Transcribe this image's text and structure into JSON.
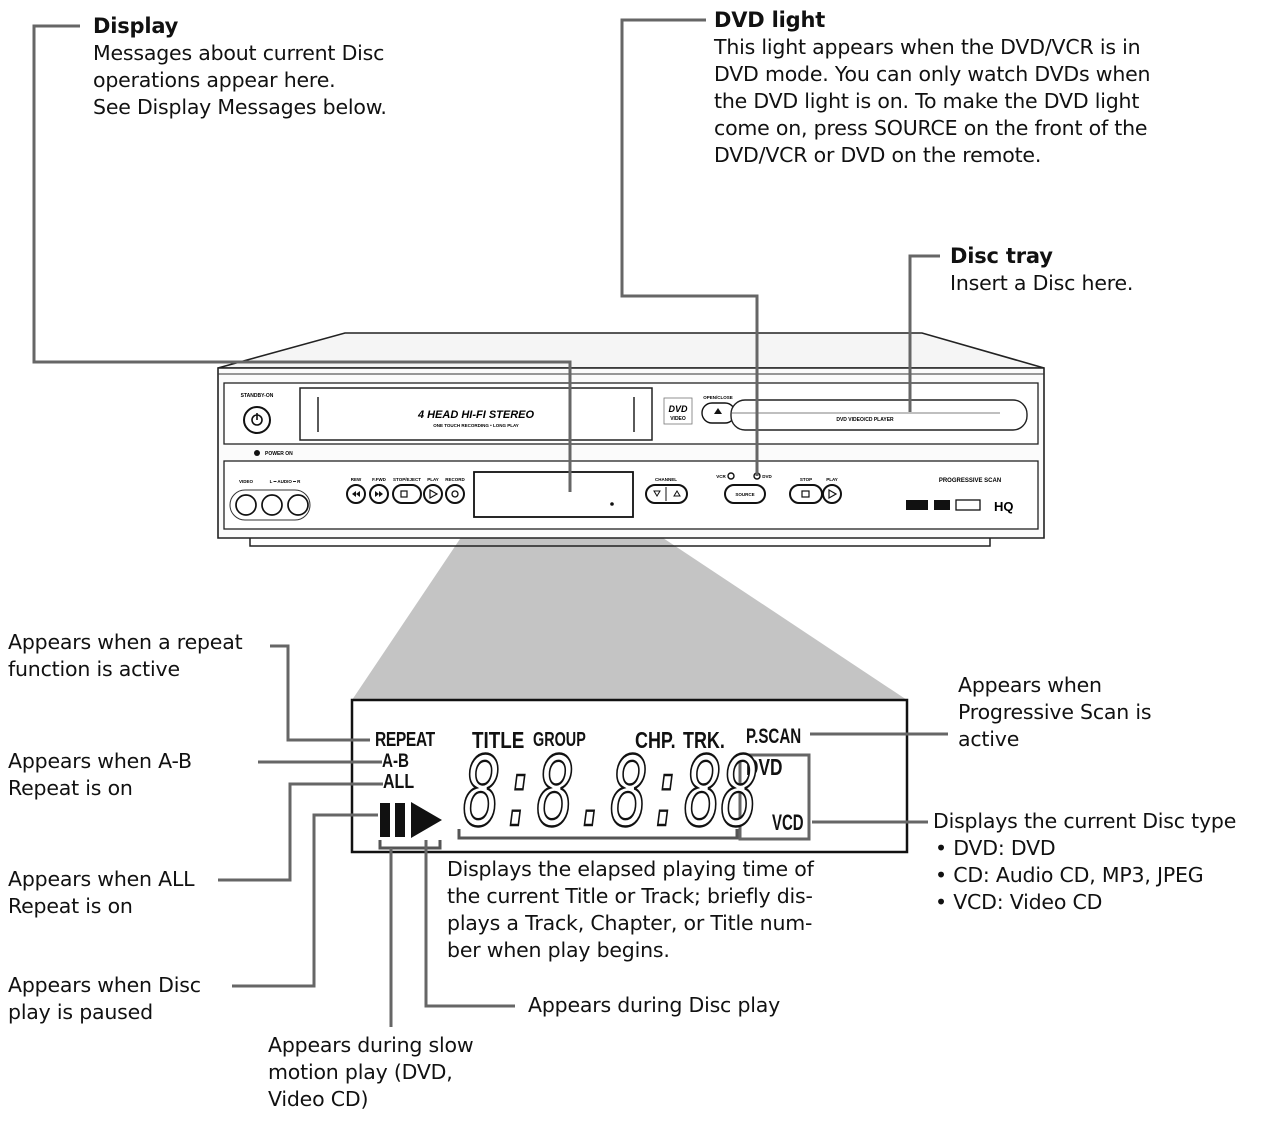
{
  "callouts_top": {
    "display": {
      "title": "Display",
      "lines": [
        "Messages about current Disc",
        "operations appear here.",
        "See Display Messages below."
      ]
    },
    "dvd_light": {
      "title": "DVD light",
      "lines": [
        "This light appears when the DVD/VCR is in",
        "DVD mode. You can only watch DVDs when",
        "the DVD light is on. To make the DVD light",
        "come on, press SOURCE on the front of the",
        "DVD/VCR or DVD on the remote."
      ]
    },
    "disc_tray": {
      "title": "Disc tray",
      "lines": [
        "Insert a Disc here."
      ]
    }
  },
  "device": {
    "standby_label": "STANDBY-ON",
    "power_on_label": "POWER ON",
    "deck_line1": "4 HEAD HI-FI STEREO",
    "deck_line2": "ONE TOUCH RECORDING • LONG PLAY",
    "dvd_logo": "DVD",
    "dvd_logo_sub": "VIDEO",
    "open_close_label": "OPEN/CLOSE",
    "tray_label": "DVD VIDEO/CD PLAYER",
    "video_label": "VIDEO",
    "audio_label": "L ━ AUDIO ━ R",
    "btn_rew": "REW",
    "btn_ffwd": "F.FWD",
    "btn_stop_eject": "STOP/EJECT",
    "btn_play": "PLAY",
    "btn_record": "RECORD",
    "channel_label": "CHANNEL",
    "vcr_label": "VCR",
    "dvd_label": "DVD",
    "source_label": "SOURCE",
    "stop_label": "STOP",
    "play2_label": "PLAY",
    "progressive_label": "PROGRESSIVE SCAN",
    "hq_label": "HQ"
  },
  "lcd": {
    "repeat": "REPEAT",
    "title": "TITLE",
    "group": "GROUP",
    "chp": "CHP.",
    "trk": "TRK.",
    "pscan": "P.SCAN",
    "ab": "A-B",
    "all": "ALL",
    "dvd": "DVD",
    "vcd": "VCD",
    "digits": "8:8.8:88"
  },
  "callouts_bottom": {
    "repeat": [
      "Appears when a repeat",
      "function is active"
    ],
    "ab": [
      "Appears when A-B",
      "Repeat is on"
    ],
    "all": [
      "Appears when ALL",
      "Repeat is on"
    ],
    "pause": [
      "Appears when Disc",
      "play is paused"
    ],
    "slow": [
      "Appears during slow",
      "motion play (DVD,",
      "Video CD)"
    ],
    "play": "Appears during Disc play",
    "elapsed": [
      "Displays the elapsed playing time of",
      "the current Title or Track; briefly dis-",
      "plays a Track, Chapter, or Title num-",
      "ber when play begins."
    ],
    "pscan": [
      "Appears when",
      "Progressive Scan is",
      "active"
    ],
    "disc_type": {
      "title": "Displays the current Disc type",
      "items": [
        "• DVD: DVD",
        "• CD: Audio CD, MP3, JPEG",
        "• VCD: Video CD"
      ]
    }
  }
}
